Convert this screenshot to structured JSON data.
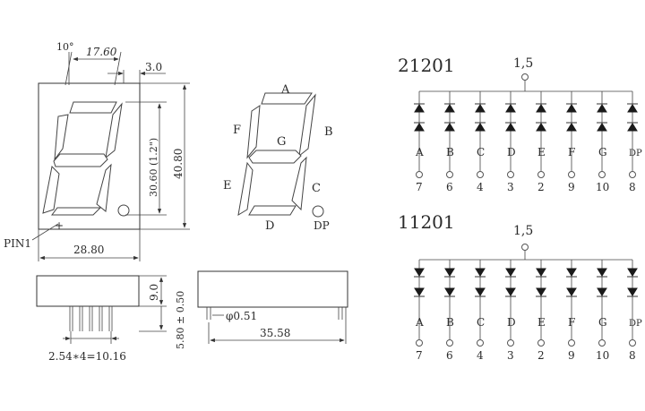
{
  "dimensions": {
    "angle": "10°",
    "top_width": "17.60",
    "offset": "3.0",
    "digit_height": "30.60 (1.2\")",
    "total_height": "40.80",
    "width": "28.80",
    "pin1_label": "PIN1",
    "body_height": "9.0",
    "pin_length": "5.80 ± 0.50",
    "pin_diameter": "φ0.51",
    "side_length": "35.58",
    "pin_pitch": "2.54∗4=10.16"
  },
  "segment_labels": {
    "A": "A",
    "B": "B",
    "C": "C",
    "D": "D",
    "E": "E",
    "F": "F",
    "G": "G",
    "DP": "DP"
  },
  "circuits": [
    {
      "part_number": "21201",
      "common_pins": "1,5",
      "polarity": "common-anode",
      "segments": [
        {
          "seg": "A",
          "pin": "7"
        },
        {
          "seg": "B",
          "pin": "6"
        },
        {
          "seg": "C",
          "pin": "4"
        },
        {
          "seg": "D",
          "pin": "3"
        },
        {
          "seg": "E",
          "pin": "2"
        },
        {
          "seg": "F",
          "pin": "9"
        },
        {
          "seg": "G",
          "pin": "10"
        },
        {
          "seg": "DP",
          "pin": "8"
        }
      ]
    },
    {
      "part_number": "11201",
      "common_pins": "1,5",
      "polarity": "common-cathode",
      "segments": [
        {
          "seg": "A",
          "pin": "7"
        },
        {
          "seg": "B",
          "pin": "6"
        },
        {
          "seg": "C",
          "pin": "4"
        },
        {
          "seg": "D",
          "pin": "3"
        },
        {
          "seg": "E",
          "pin": "2"
        },
        {
          "seg": "F",
          "pin": "9"
        },
        {
          "seg": "G",
          "pin": "10"
        },
        {
          "seg": "DP",
          "pin": "8"
        }
      ]
    }
  ]
}
